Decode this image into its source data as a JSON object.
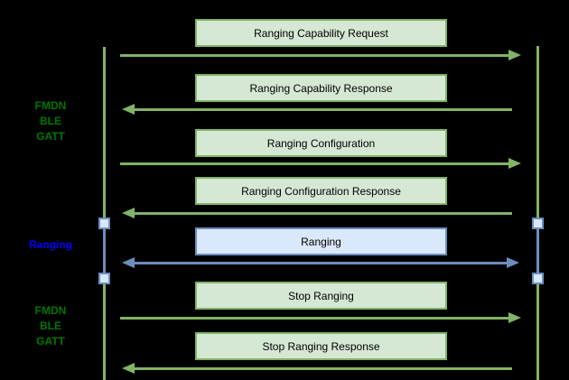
{
  "diagram": {
    "type": "sequence-diagram",
    "background": "#000000",
    "colors": {
      "green_box_fill": "#d5e8d4",
      "green_stroke": "#82b366",
      "blue_box_fill": "#dae8fc",
      "blue_stroke": "#6c8ebf",
      "green_label_text": "#007700",
      "blue_label_text": "#0000FF",
      "box_text": "#000000"
    },
    "side_labels": [
      {
        "lines": [
          "FMDN",
          "BLE",
          "GATT"
        ],
        "color": "#007700"
      },
      {
        "lines": [
          "Ranging"
        ],
        "color": "#0000FF"
      },
      {
        "lines": [
          "FMDN",
          "BLE",
          "GATT"
        ],
        "color": "#007700"
      }
    ],
    "messages": [
      {
        "label": "Ranging Capability Request",
        "direction": "right",
        "theme": "green"
      },
      {
        "label": "Ranging Capability Response",
        "direction": "left",
        "theme": "green"
      },
      {
        "label": "Ranging Configuration",
        "direction": "right",
        "theme": "green"
      },
      {
        "label": "Ranging Configuration Response",
        "direction": "left",
        "theme": "green"
      },
      {
        "label": "Ranging",
        "direction": "both",
        "theme": "blue"
      },
      {
        "label": "Stop Ranging",
        "direction": "right",
        "theme": "green"
      },
      {
        "label": "Stop Ranging Response",
        "direction": "left",
        "theme": "green"
      }
    ]
  }
}
